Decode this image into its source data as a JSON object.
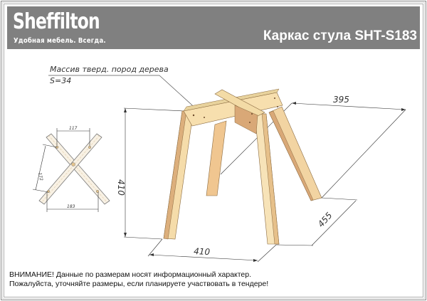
{
  "header": {
    "brand": "Sheffilton",
    "tagline": "Удобная мебель. Всегда.",
    "title": "Каркас стула SHT-S183",
    "background_color": "#808080",
    "text_color": "#ffffff"
  },
  "callout": {
    "material": "Массив тверд. пород дерева",
    "thickness": "S=34"
  },
  "top_view": {
    "dim_top": "117",
    "dim_side": "172",
    "dim_bottom": "183"
  },
  "main_view": {
    "dim_height": "410",
    "dim_width": "410",
    "dim_depth": "455",
    "dim_top_span": "395",
    "wood_color": "#f5d9a8",
    "wood_shadow_color": "#d9a877"
  },
  "footer": {
    "warning_line1": "ВНИМАНИЕ! Данные по размерам носят информационный характер.",
    "warning_line2": "Пожалуйста, уточняйте размеры, если планируете участвовать в тендере!"
  }
}
